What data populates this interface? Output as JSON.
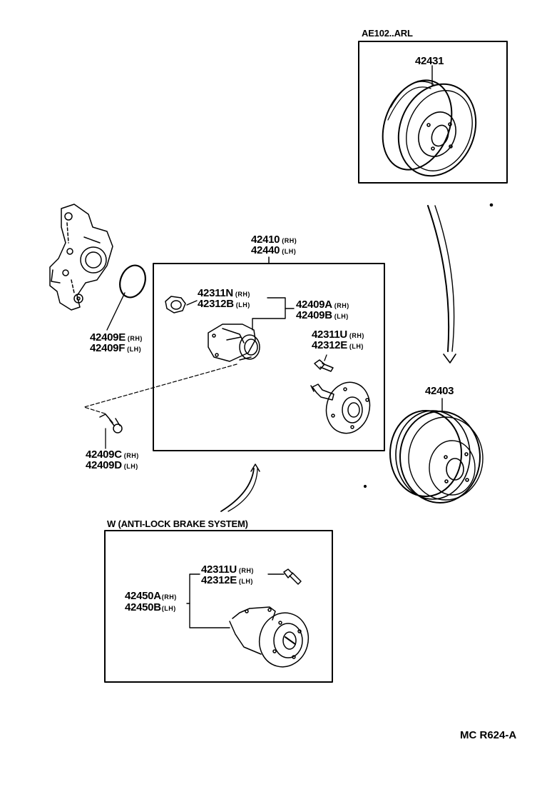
{
  "diagram": {
    "inset_top": {
      "header": "AE102..ARL",
      "part": "42431"
    },
    "main_box": {
      "part_rh": "42410",
      "side_rh": "(RH)",
      "part_lh": "42440",
      "side_lh": "(LH)"
    },
    "labels": {
      "nut_rh": "42311N",
      "nut_rh_side": "(RH)",
      "nut_lh": "42312B",
      "nut_lh_side": "(LH)",
      "bearing_rh": "42409A",
      "bearing_rh_side": "(RH)",
      "bearing_lh": "42409B",
      "bearing_lh_side": "(LH)",
      "bolt_rh": "42311U",
      "bolt_rh_side": "(RH)",
      "bolt_lh": "42312E",
      "bolt_lh_side": "(LH)",
      "oring_rh": "42409E",
      "oring_rh_side": "(RH)",
      "oring_lh": "42409F",
      "oring_lh_side": "(LH)",
      "bolt2_rh": "42409C",
      "bolt2_rh_side": "(RH)",
      "bolt2_lh": "42409D",
      "bolt2_lh_side": "(LH)",
      "drum": "42403"
    },
    "abs_box": {
      "header": "W (ANTI-LOCK BRAKE SYSTEM)",
      "bolt_rh": "42311U",
      "bolt_rh_side": "(RH)",
      "bolt_lh": "42312E",
      "bolt_lh_side": "(LH)",
      "hub_rh": "42450A",
      "hub_rh_side": "(RH)",
      "hub_lh": "42450B",
      "hub_lh_side": "(LH)"
    },
    "reference": "MC  R624-A"
  }
}
